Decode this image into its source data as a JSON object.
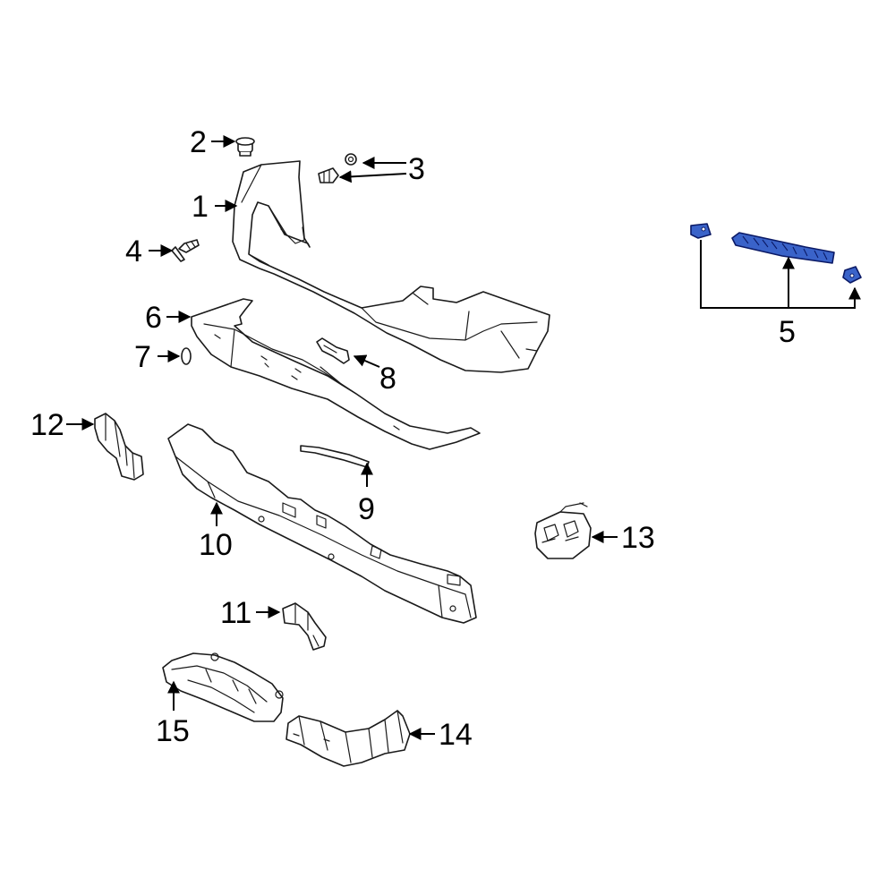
{
  "diagram": {
    "callouts": [
      {
        "id": "1",
        "label": "1"
      },
      {
        "id": "2",
        "label": "2"
      },
      {
        "id": "3",
        "label": "3"
      },
      {
        "id": "4",
        "label": "4"
      },
      {
        "id": "5",
        "label": "5"
      },
      {
        "id": "6",
        "label": "6"
      },
      {
        "id": "7",
        "label": "7"
      },
      {
        "id": "8",
        "label": "8"
      },
      {
        "id": "9",
        "label": "9"
      },
      {
        "id": "10",
        "label": "10"
      },
      {
        "id": "11",
        "label": "11"
      },
      {
        "id": "12",
        "label": "12"
      },
      {
        "id": "13",
        "label": "13"
      },
      {
        "id": "14",
        "label": "14"
      },
      {
        "id": "15",
        "label": "15"
      }
    ],
    "colors": {
      "highlight_fill": "#3a63c9",
      "highlight_stroke": "#0b1a66",
      "line": "#1a1a1a",
      "label": "#000000"
    }
  }
}
